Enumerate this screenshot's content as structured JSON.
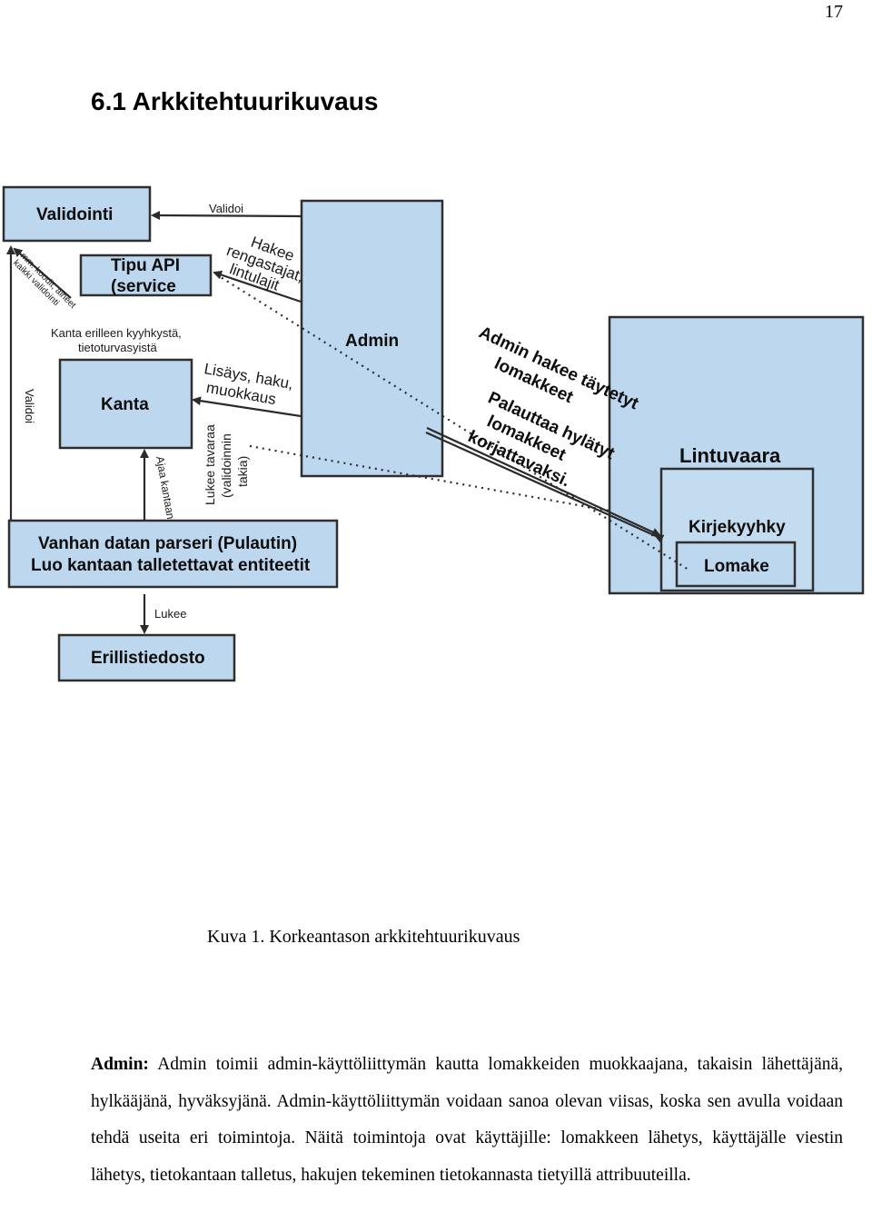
{
  "page_number": "17",
  "heading": "6.1 Arkkitehtuurikuvaus",
  "diagram": {
    "boxes": {
      "validointi": "Validointi",
      "tipu_line1": "Tipu API",
      "tipu_line2": "(service",
      "kanta": "Kanta",
      "admin": "Admin",
      "parseri_line1": "Vanhan datan parseri (Pulautin)",
      "parseri_line2": "Luo kantaan talletettavat entiteetit",
      "erillistiedosto": "Erillistiedosto",
      "lintuvaara": "Lintuvaara",
      "kirjekyyhky": "Kirjekyyhky",
      "lomake": "Lomake"
    },
    "labels": {
      "validoi_top": "Validoi",
      "hakee_1": "Hakee",
      "hakee_2": "rengastajat,",
      "hakee_3": "lintulajit",
      "mm_1": "mm. koodit, aiheet",
      "mm_2": "kaikki validointi",
      "kanta_note_1": "Kanta erilleen kyyhkystä,",
      "kanta_note_2": "tietoturvasyistä",
      "validoi_left": "Validoi",
      "lisays_1": "Lisäys, haku,",
      "lisays_2": "muokkaus",
      "lukee_1": "Lukee tavaraa",
      "lukee_2": "(validoinnin",
      "lukee_3": "takia)",
      "ajaa": "Ajaa kantaan",
      "lukee_small": "Lukee",
      "admin_hakee_1": "Admin hakee täytetyt",
      "admin_hakee_2": "lomakkeet",
      "palauttaa_1": "Palauttaa hylätyt",
      "palauttaa_2": "lomakkeet",
      "palauttaa_3": "korjattavaksi."
    }
  },
  "caption": "Kuva 1. Korkeantason arkkitehtuurikuvaus",
  "paragraph": {
    "term": "Admin:",
    "text": " Admin toimii admin-käyttöliittymän kautta lomakkeiden muokkaajana, takaisin lähettäjänä, hylkääjänä, hyväksyjänä. Admin-käyttöliittymän voidaan sanoa olevan viisas, koska sen avulla voidaan tehdä useita eri toimintoja. Näitä toimintoja ovat käyttäjille: lomakkeen lähetys, käyttäjälle viestin lähetys, tietokantaan talletus, hakujen tekeminen tietokannasta tietyillä attribuuteilla."
  }
}
